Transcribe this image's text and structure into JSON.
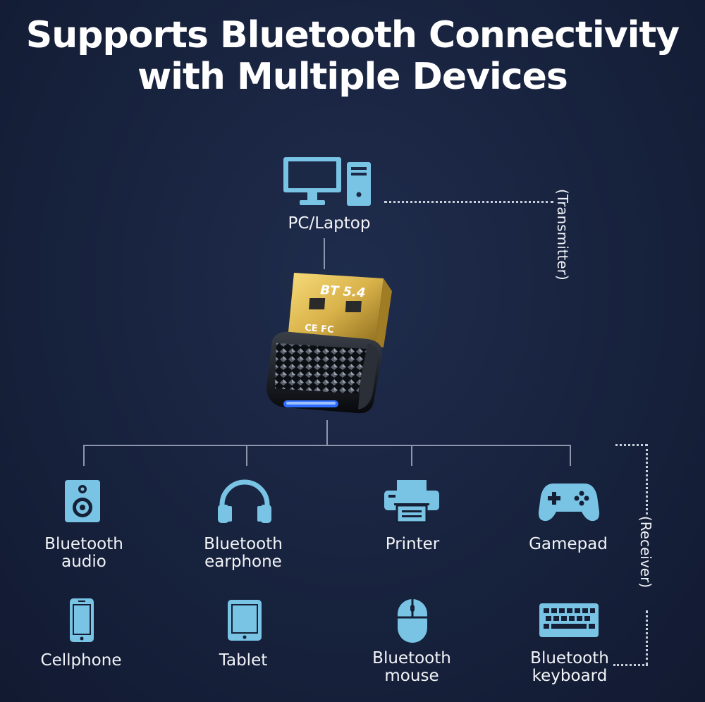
{
  "title": {
    "line1": "Supports Bluetooth Connectivity",
    "line2": "with Multiple Devices"
  },
  "source": {
    "label": "PC/Laptop",
    "role": "(Transmitter)",
    "icon": "pc-monitor-tower-icon"
  },
  "adapter": {
    "badge": "BT 5.4",
    "marks": "CE FC",
    "icon": "usb-bluetooth-adapter"
  },
  "receivers": {
    "role": "(Receiver)",
    "row1": [
      {
        "label_line1": "Bluetooth",
        "label_line2": "audio",
        "icon": "speaker-icon"
      },
      {
        "label_line1": "Bluetooth",
        "label_line2": "earphone",
        "icon": "headphones-icon"
      },
      {
        "label_line1": "Printer",
        "label_line2": "",
        "icon": "printer-icon"
      },
      {
        "label_line1": "Gamepad",
        "label_line2": "",
        "icon": "gamepad-icon"
      }
    ],
    "row2": [
      {
        "label_line1": "Cellphone",
        "label_line2": "",
        "icon": "cellphone-icon"
      },
      {
        "label_line1": "Tablet",
        "label_line2": "",
        "icon": "tablet-icon"
      },
      {
        "label_line1": "Bluetooth",
        "label_line2": "mouse",
        "icon": "mouse-icon"
      },
      {
        "label_line1": "Bluetooth",
        "label_line2": "keyboard",
        "icon": "keyboard-icon"
      }
    ]
  },
  "colors": {
    "background": "#17223d",
    "icon_fill": "#79c3e5",
    "icon_stroke": "#152037",
    "connector": "#8d96ab",
    "adapter_gold": "#d9b24a",
    "adapter_led": "#2f6dff"
  }
}
